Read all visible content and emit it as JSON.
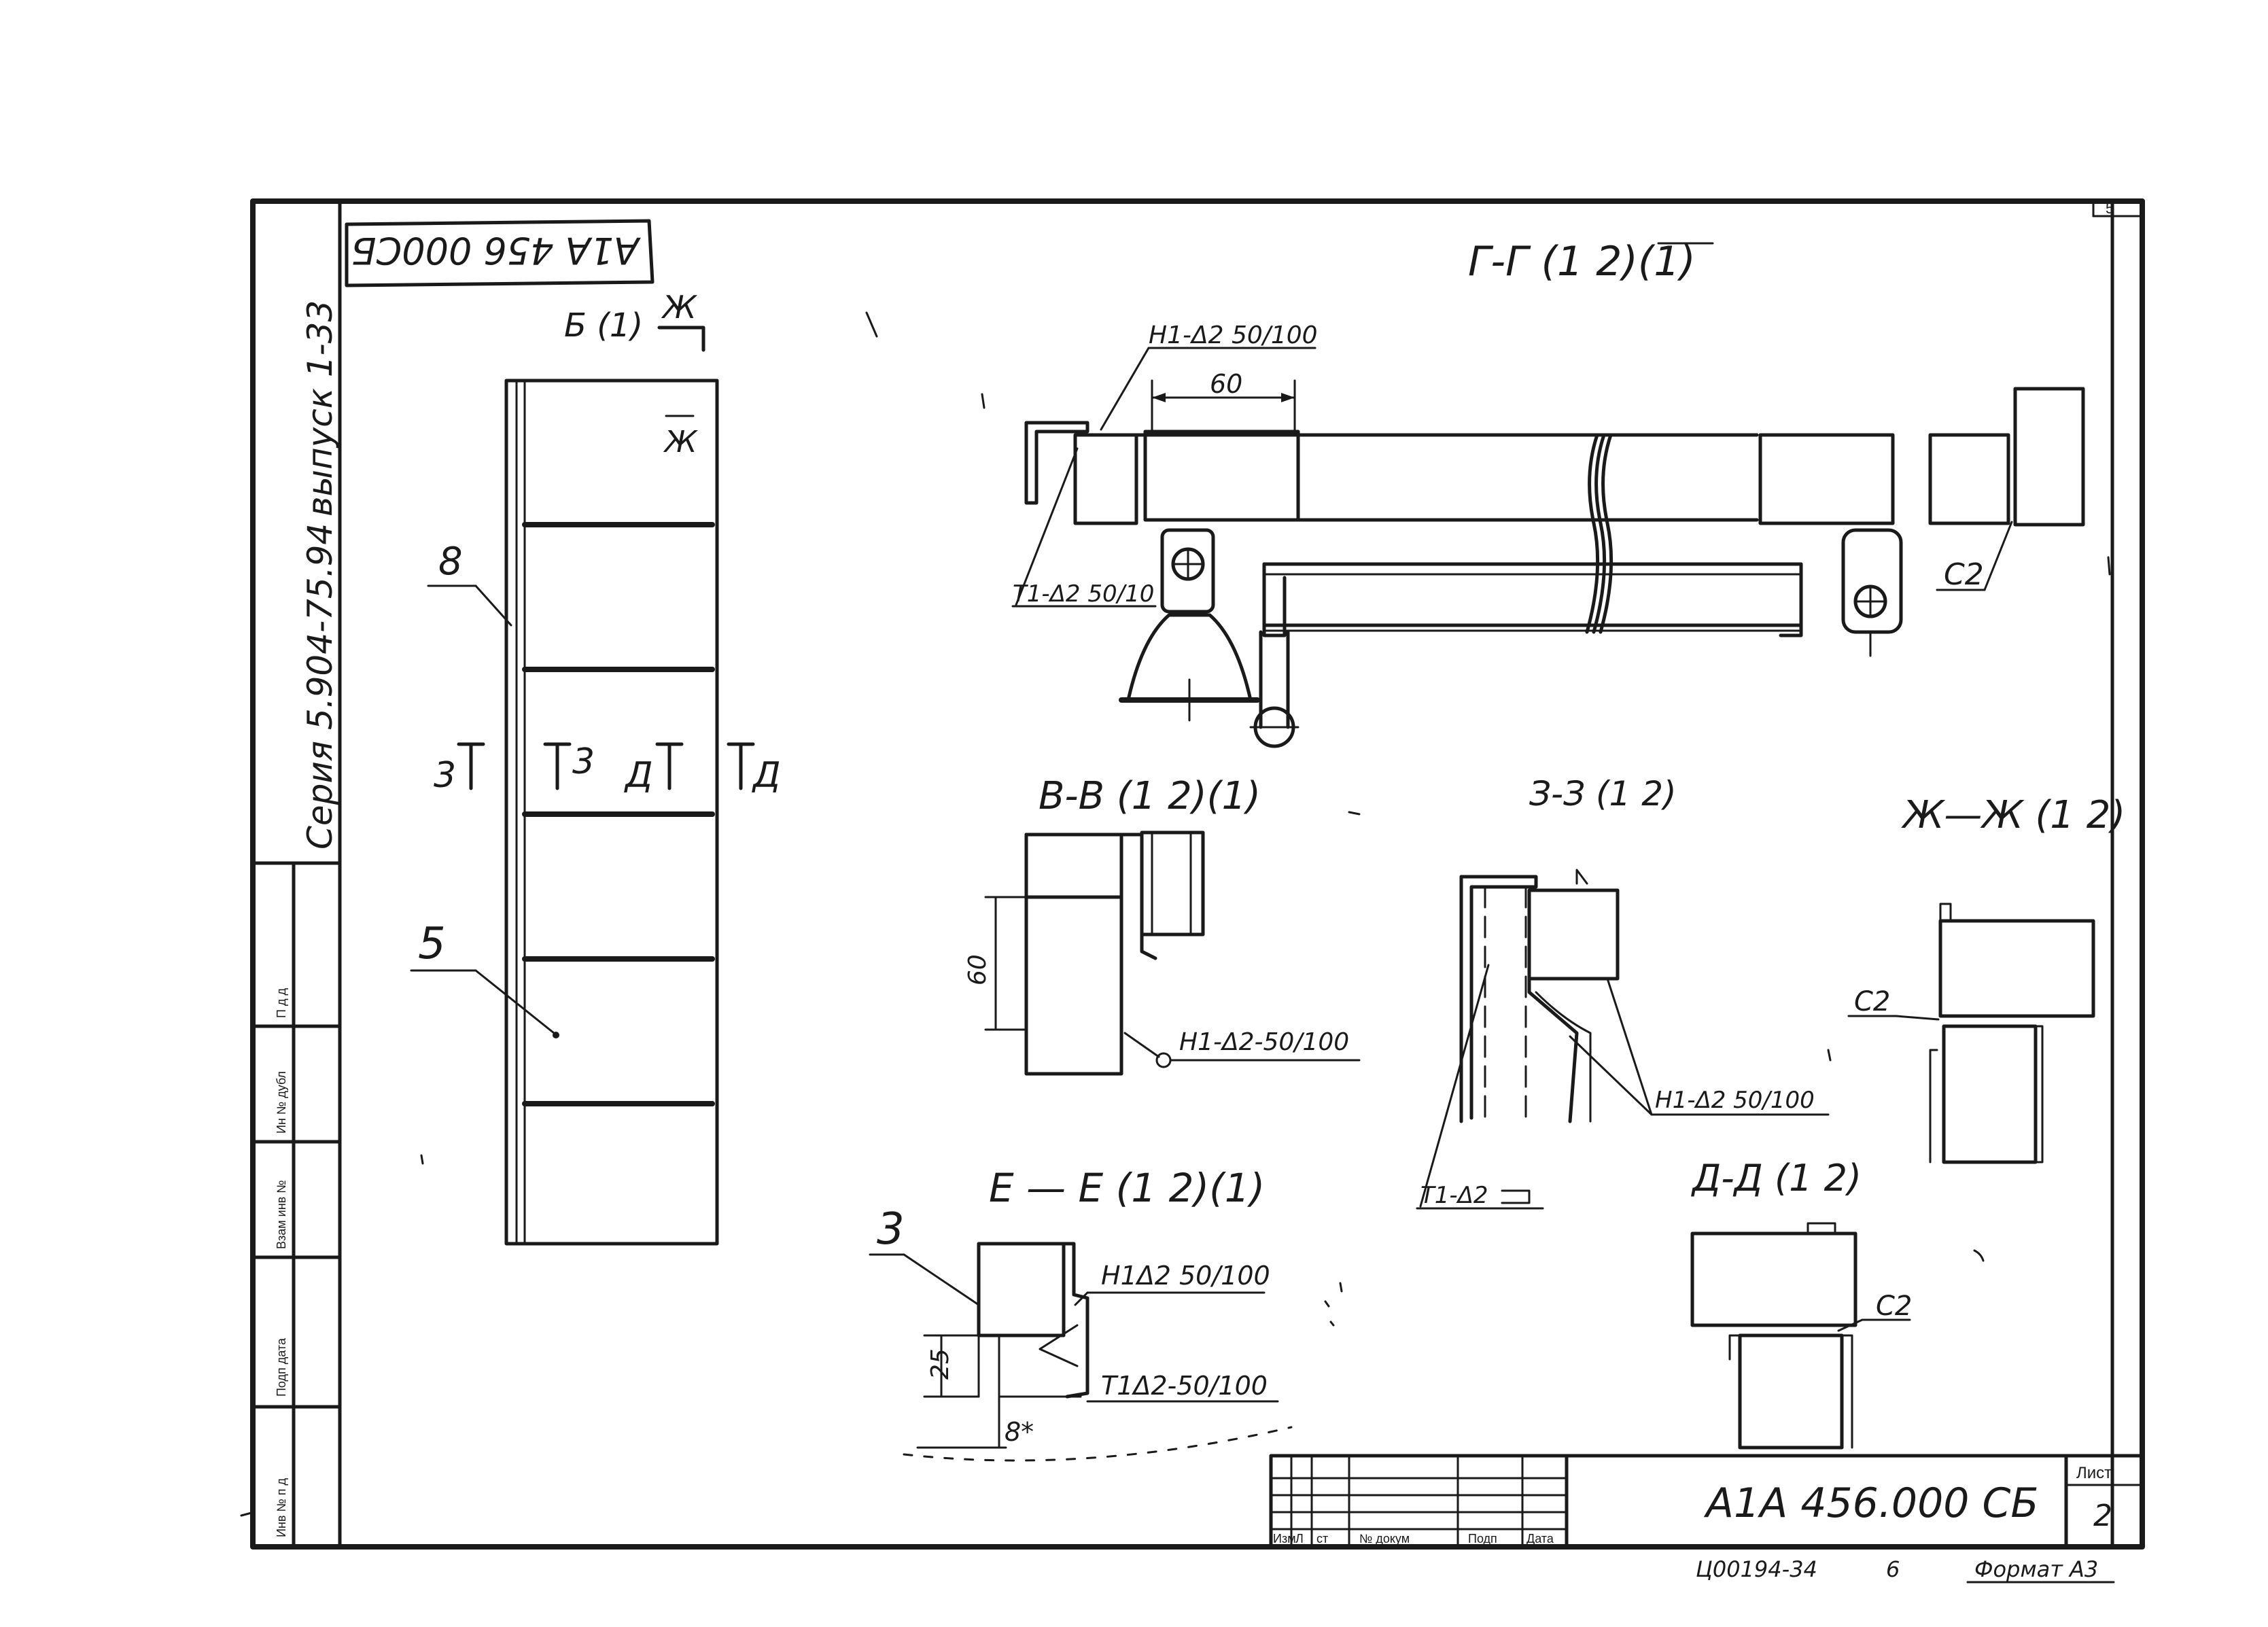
{
  "header": {
    "doc_code_rotated": "А1А 456 000СБ",
    "page_corner": "5"
  },
  "side_stamp": {
    "series": "Серия 5.904-75.94",
    "issue": "выпуск 1-33",
    "cells": [
      "Инв № п д",
      "Подп дата",
      "Взам инв №",
      "Ин № дубл",
      "П д д"
    ]
  },
  "views": {
    "b_view": {
      "title": "Б (1)",
      "arrow_label": "Ж",
      "arrow_label_2": "Ж",
      "callout_8": "8",
      "callout_5": "5",
      "cut_3_left": "3",
      "cut_3_right": "3",
      "cut_d_left": "Д",
      "cut_d_right": "Д"
    },
    "g_section": {
      "title": "Г-Г (1 2)(1)",
      "dim_60": "60",
      "weld_top": "Н1-Δ2 50/100",
      "weld_bottom": "Т1-Δ2 50/10",
      "c2": "С2"
    },
    "v_section": {
      "title": "В-В (1 2)(1)",
      "dim_60": "60",
      "weld": "Н1-Δ2-50/100"
    },
    "z3_section": {
      "title": "З-З (1 2)",
      "weld_h": "Н1-Δ2 50/100",
      "weld_t": "Т1-Δ2"
    },
    "zh_section": {
      "title": "Ж—Ж (1 2)",
      "c2": "С2"
    },
    "e_section": {
      "title": "Е — Е (1 2)(1)",
      "callout_3": "3",
      "weld_h": "Н1Δ2 50/100",
      "weld_t": "Т1Δ2-50/100",
      "dim_25": "25",
      "dim_8": "8*"
    },
    "d_section": {
      "title": "Д-Д (1 2)",
      "c2": "С2"
    }
  },
  "title_block": {
    "doc_number": "А1А 456.000 СБ",
    "sheet_label": "Лист",
    "sheet_number": "2",
    "columns": [
      "Изм",
      "Л",
      "ст",
      "№ докум",
      "Подп",
      "Дата"
    ],
    "bottom_code": "Ц00194-34",
    "bottom_num": "6",
    "format": "Формат А3"
  }
}
